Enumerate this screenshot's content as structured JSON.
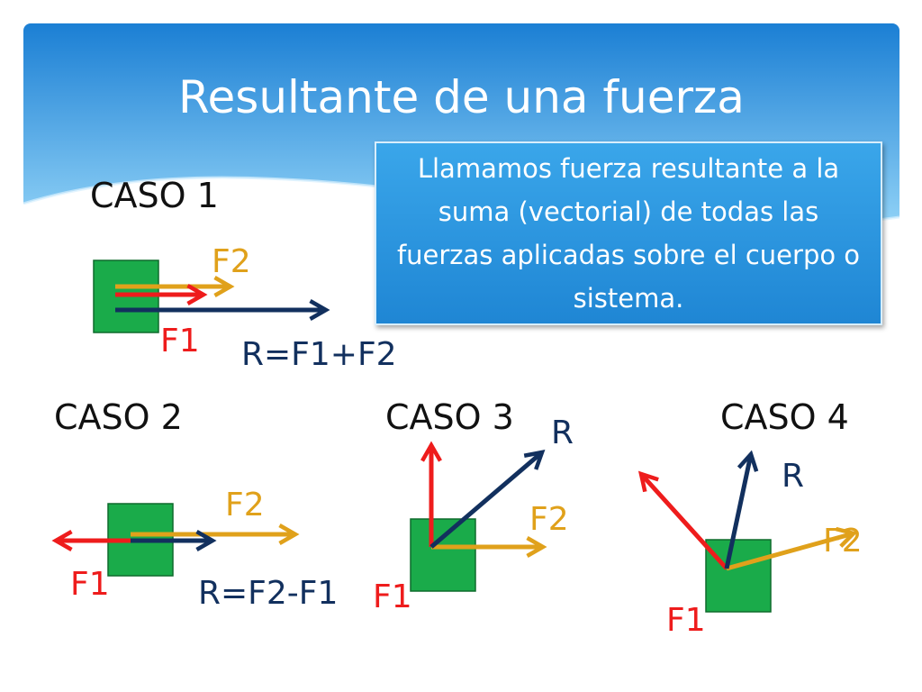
{
  "slide": {
    "title": "Resultante de una fuerza",
    "definition": "Llamamos fuerza resultante a la suma (vectorial) de todas las fuerzas aplicadas sobre el cuerpo o sistema."
  },
  "colors": {
    "header_top": "#1b7fd4",
    "header_bottom": "#8fd1f6",
    "block": "#1aab4a",
    "force_f1": "#ee1c1c",
    "force_f2": "#e0a11b",
    "resultant": "#12305e",
    "text": "#111111"
  },
  "cases": {
    "case1": {
      "title": "CASO 1",
      "f1": "F1",
      "f2": "F2",
      "r": "R=F1+F2"
    },
    "case2": {
      "title": "CASO 2",
      "f1": "F1",
      "f2": "F2",
      "r": "R=F2-F1"
    },
    "case3": {
      "title": "CASO 3",
      "f1": "F1",
      "f2": "F2",
      "r": "R"
    },
    "case4": {
      "title": "CASO 4",
      "f1": "F1",
      "f2": "F2",
      "r": "R"
    }
  }
}
